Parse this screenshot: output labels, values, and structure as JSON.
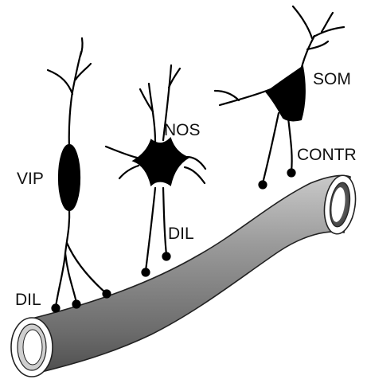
{
  "labels": {
    "vip": "VIP",
    "nos": "NOS",
    "som": "SOM",
    "contr": "CONTR",
    "dil_nos": "DIL",
    "dil_vip": "DIL"
  },
  "colors": {
    "background": "#ffffff",
    "neuron": "#000000",
    "vessel_fill": "#8f8f8f",
    "vessel_dark": "#5a5a5a",
    "vessel_light": "#c4c4c4"
  }
}
